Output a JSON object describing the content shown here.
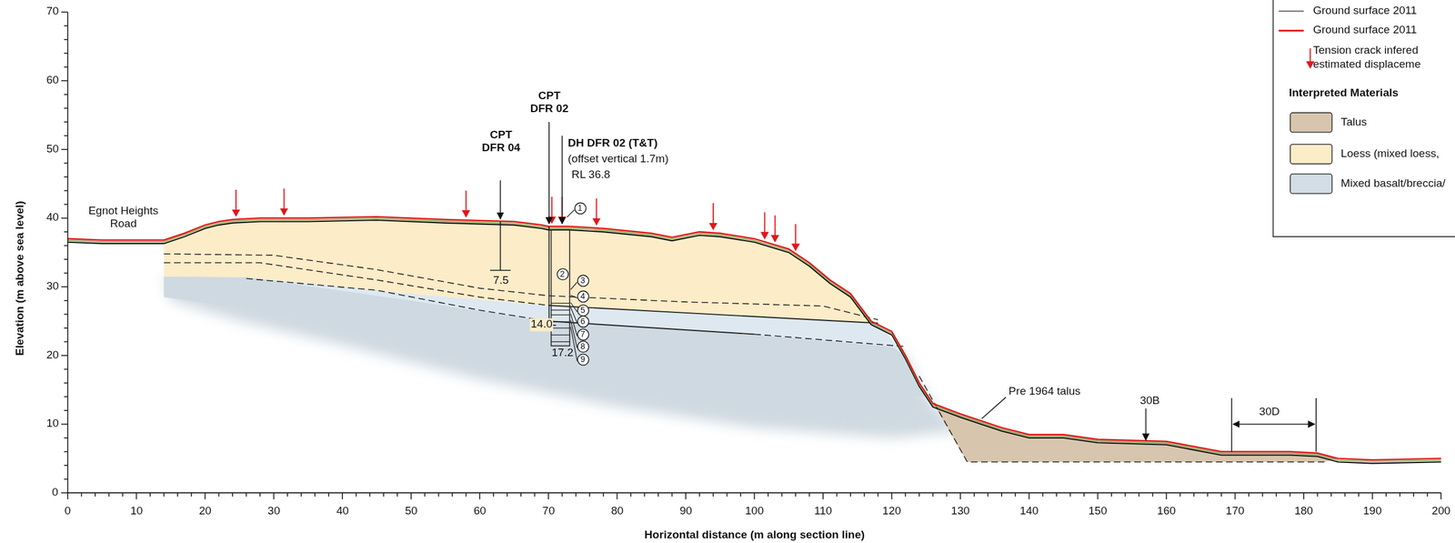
{
  "diagram": {
    "nodes": [
      {
        "text": [
          "1"
        ]
      },
      {
        "text": [
          "2"
        ]
      },
      {
        "text": [
          "3"
        ]
      },
      {
        "text": [
          "4"
        ]
      },
      {
        "text": [
          "5"
        ]
      },
      {
        "text": [
          "6"
        ]
      },
      {
        "text": [
          "7"
        ]
      },
      {
        "text": [
          "8"
        ]
      },
      {
        "text": [
          "9"
        ]
      }
    ],
    "labels": [
      "Egnot Heights Road",
      "CPT DFR 04",
      "CPT DFR 02",
      "DH DFR 02 (T&T)",
      "(offset vertical 1.7m)",
      "RL 36.8",
      "7.5",
      "14.0",
      "17.2",
      "Pre 1964 talus",
      "30B",
      "30D",
      "Interpreted Materials",
      "Elevation (m above sea level)",
      "Horizontal distance (m along section line)",
      "0",
      "10",
      "20",
      "30",
      "40",
      "50",
      "60",
      "70",
      "0",
      "10",
      "20",
      "30",
      "40",
      "50",
      "60",
      "70",
      "80",
      "90",
      "100",
      "110",
      "120",
      "130",
      "140",
      "150",
      "160",
      "170",
      "180",
      "190",
      "200"
    ],
    "legend": [
      {
        "text": "Ground surface 2011"
      },
      {
        "text": "Ground surface 2011"
      },
      {
        "text": "Tension crack infered estimated displaceme"
      },
      {
        "text": "Talus",
        "color": "#d8c5ad"
      },
      {
        "text": "Loess (mixed loess,",
        "color": "#fdecc8"
      },
      {
        "text": "Mixed basalt/breccia/",
        "color": "#d3dde5"
      }
    ]
  }
}
